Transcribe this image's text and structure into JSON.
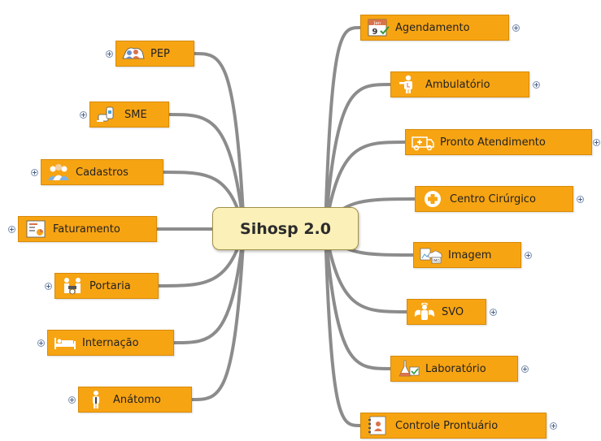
{
  "mindmap": {
    "central_topic": "Sihosp 2.0",
    "theme": {
      "topic_fill": "#f7a413",
      "topic_border": "#d88a06",
      "central_fill": "#fbf0b8",
      "branch_color": "#8c8c8c",
      "expander_color": "#4a5f87"
    },
    "left_topics": [
      {
        "id": "pep",
        "label": "PEP",
        "icon": "people-cloud-icon"
      },
      {
        "id": "sme",
        "label": "SME",
        "icon": "medicine-icon"
      },
      {
        "id": "cadastros",
        "label": "Cadastros",
        "icon": "people-group-icon"
      },
      {
        "id": "faturamento",
        "label": "Faturamento",
        "icon": "invoice-chart-icon"
      },
      {
        "id": "portaria",
        "label": "Portaria",
        "icon": "reception-icon"
      },
      {
        "id": "internacao",
        "label": "Internação",
        "icon": "hospital-bed-icon"
      },
      {
        "id": "anatomo",
        "label": "Anátomo",
        "icon": "body-figure-icon"
      }
    ],
    "right_topics": [
      {
        "id": "agendamento",
        "label": "Agendamento",
        "icon": "calendar-icon",
        "calendar_month": "Jan",
        "calendar_day": "9"
      },
      {
        "id": "ambulatorio",
        "label": "Ambulatório",
        "icon": "doctor-icon"
      },
      {
        "id": "pronto_atendimento",
        "label": "Pronto Atendimento",
        "icon": "ambulance-icon"
      },
      {
        "id": "centro_cirurgico",
        "label": "Centro Cirúrgico",
        "icon": "medical-cross-icon"
      },
      {
        "id": "imagem",
        "label": "Imagem",
        "icon": "image-cloud-icon",
        "badge": "IMG"
      },
      {
        "id": "svo",
        "label": "SVO",
        "icon": "angel-icon"
      },
      {
        "id": "laboratorio",
        "label": "Laboratório",
        "icon": "flask-icon"
      },
      {
        "id": "controle_prontuario",
        "label": "Controle Prontuário",
        "icon": "record-folder-icon"
      }
    ]
  }
}
